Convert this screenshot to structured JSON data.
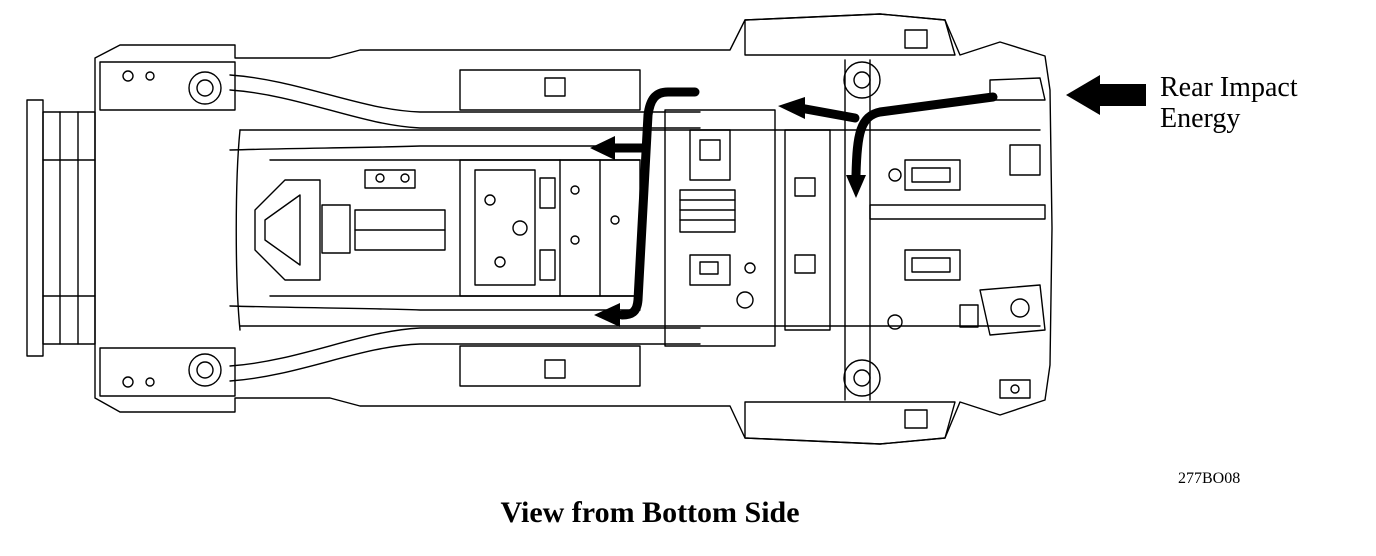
{
  "annotation": {
    "line1": "Rear Impact",
    "line2": "Energy"
  },
  "figure_code": "277BO08",
  "caption": "View from Bottom Side",
  "colors": {
    "line": "#000000",
    "background": "#ffffff"
  }
}
